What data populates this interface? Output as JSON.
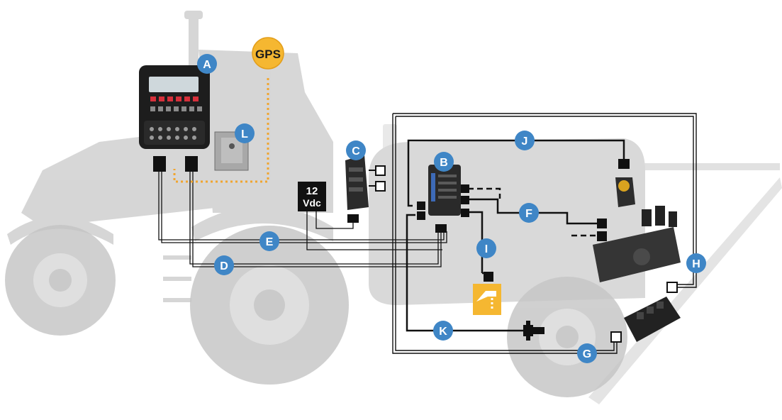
{
  "labels": {
    "a": "A",
    "b": "B",
    "c": "C",
    "d": "D",
    "e": "E",
    "f": "F",
    "g": "G",
    "h": "H",
    "i": "I",
    "j": "J",
    "k": "K",
    "l": "L"
  },
  "gps": {
    "label": "GPS"
  },
  "power": {
    "voltage": "12",
    "unit": "Vdc"
  },
  "colors": {
    "badge": "#3f86c6",
    "gps": "#f5b731",
    "gps_line": "#f0a530",
    "cable": "#111111",
    "sensor": "#f5b731",
    "machine": "#c9c9c9"
  },
  "icons": {
    "console": "sprayer-control-console-icon",
    "bracket": "mounting-bracket-icon",
    "ecu": "electronic-control-unit-icon",
    "valve": "control-valve-icon",
    "manifold": "section-valve-manifold-icon",
    "flowmeter": "flow-meter-icon",
    "boom_sensor": "boom-height-sensor-icon",
    "speed_sensor": "speed-sensor-icon"
  }
}
